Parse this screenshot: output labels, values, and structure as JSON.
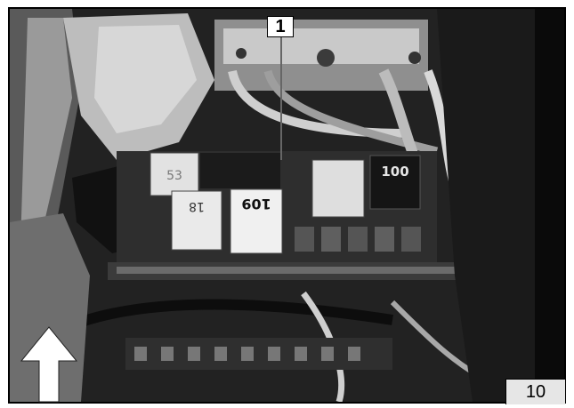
{
  "callout": {
    "label": "1"
  },
  "figure": {
    "number": "10"
  },
  "component_labels": {
    "relay_a": "109",
    "relay_b": "18",
    "relay_c": "100",
    "relay_d": "53"
  },
  "colors": {
    "arrow_fill": "#ffffff",
    "figure_badge_bg": "#e6e6e6"
  }
}
